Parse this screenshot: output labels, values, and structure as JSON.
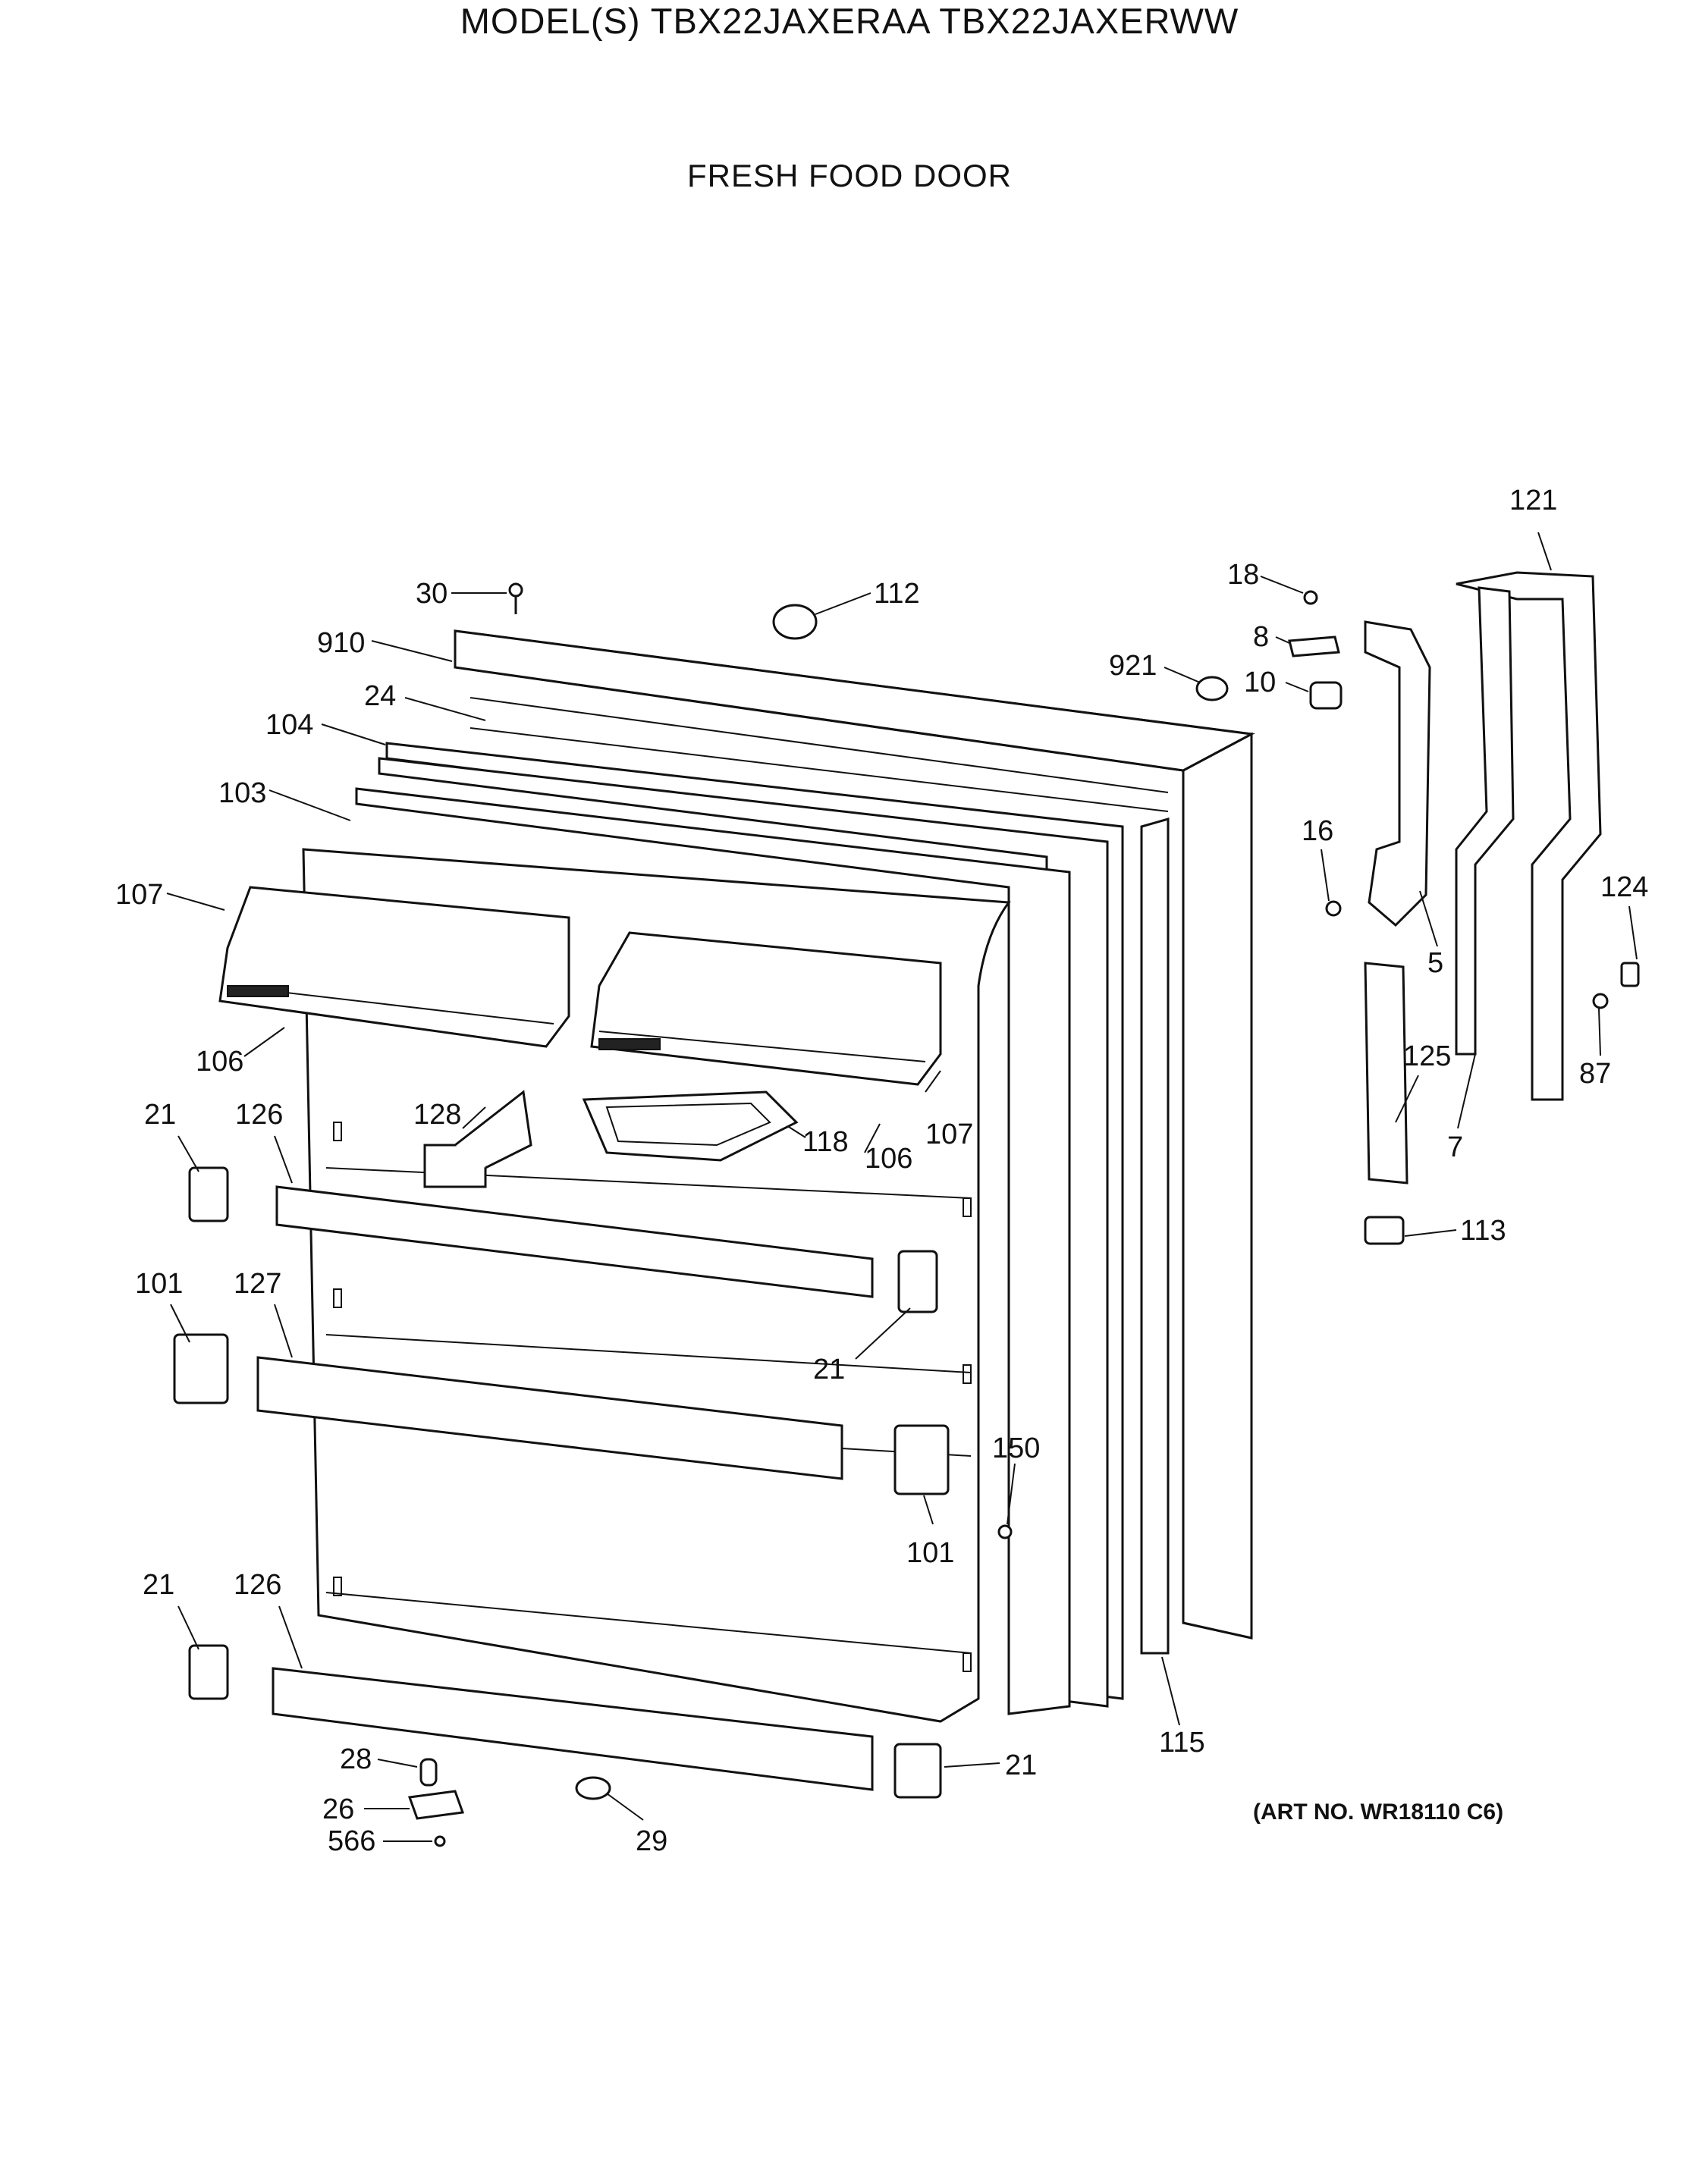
{
  "header": {
    "model_title": "MODEL(S) TBX22JAXERAA  TBX22JAXERWW",
    "section_title": "FRESH FOOD DOOR"
  },
  "footer": {
    "art_number": "(ART NO. WR18110 C6)"
  },
  "part_callouts": [
    "30",
    "112",
    "910",
    "24",
    "104",
    "103",
    "107",
    "106",
    "128",
    "118",
    "106",
    "107",
    "21",
    "126",
    "101",
    "127",
    "21",
    "150",
    "101",
    "21",
    "126",
    "21",
    "28",
    "26",
    "566",
    "29",
    "115",
    "921",
    "18",
    "8",
    "10",
    "16",
    "5",
    "121",
    "124",
    "87",
    "7",
    "125",
    "113"
  ]
}
